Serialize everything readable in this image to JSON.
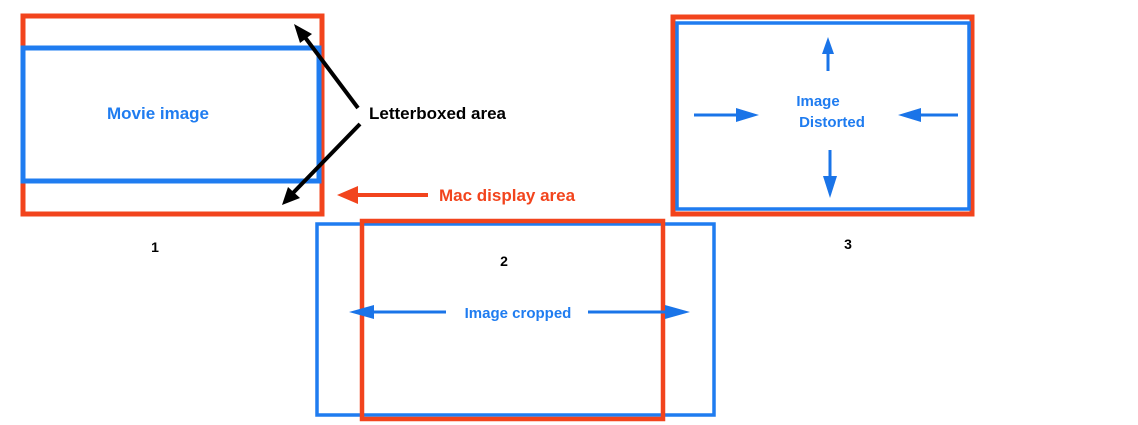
{
  "labels": {
    "movie_image": "Movie image",
    "letterboxed_area": "Letterboxed area",
    "mac_display_area": "Mac display area",
    "image_cropped": "Image cropped",
    "image_distorted_line1": "Image",
    "image_distorted_line2": "Distorted",
    "panel1_number": "1",
    "panel2_number": "2",
    "panel3_number": "3"
  },
  "colors": {
    "display_frame": "#f2441d",
    "movie_frame": "#1f7cf0",
    "arrow_black": "#000000",
    "arrow_blue": "#1a74e8",
    "arrow_red": "#f2441d",
    "text_blue": "#1f7cf0",
    "text_black": "#000000",
    "text_red": "#f2441d"
  }
}
